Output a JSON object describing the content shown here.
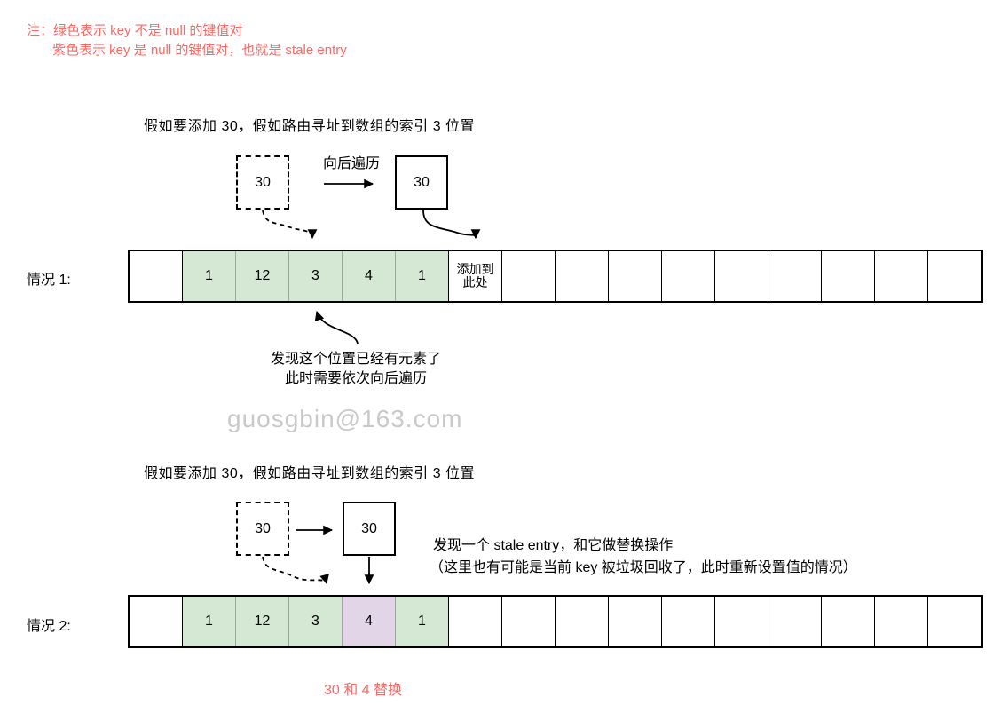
{
  "note": {
    "line1": "注：绿色表示 key 不是 null 的键值对",
    "line2": "紫色表示 key 是 null 的键值对，也就是 stale entry"
  },
  "watermark": "guosgbin@163.com",
  "colors": {
    "note_red": "#fd6864",
    "green_cell": "#d5e8d4",
    "purple_cell": "#e1d5e7",
    "watermark_gray": "#c9c9c9",
    "green_separator": "#98ab96"
  },
  "scenario1": {
    "label": "情况 1:",
    "header": "假如要添加 30，假如路由寻址到数组的索引 3 位置",
    "dashed_box_value": "30",
    "traverse_label": "向后遍历",
    "solid_box_value": "30",
    "annotation_line1": "发现这个位置已经有元素了",
    "annotation_line2": "此时需要依次向后遍历",
    "cells": [
      {
        "label": "",
        "type": "white"
      },
      {
        "label": "1",
        "type": "green"
      },
      {
        "label": "12",
        "type": "green"
      },
      {
        "label": "3",
        "type": "green"
      },
      {
        "label": "4",
        "type": "green"
      },
      {
        "label": "1",
        "type": "green"
      },
      {
        "label": "添加到\n此处",
        "type": "white"
      },
      {
        "label": "",
        "type": "white"
      },
      {
        "label": "",
        "type": "white"
      },
      {
        "label": "",
        "type": "white"
      },
      {
        "label": "",
        "type": "white"
      },
      {
        "label": "",
        "type": "white"
      },
      {
        "label": "",
        "type": "white"
      },
      {
        "label": "",
        "type": "white"
      },
      {
        "label": "",
        "type": "white"
      },
      {
        "label": "",
        "type": "white"
      }
    ]
  },
  "scenario2": {
    "label": "情况 2:",
    "header": "假如要添加 30，假如路由寻址到数组的索引 3 位置",
    "dashed_box_value": "30",
    "solid_box_value": "30",
    "side_note_line1": "发现一个 stale entry，和它做替换操作",
    "side_note_line2": "（这里也有可能是当前 key 被垃圾回收了，此时重新设置值的情况）",
    "bottom_note": "30 和 4 替换",
    "cells": [
      {
        "label": "",
        "type": "white"
      },
      {
        "label": "1",
        "type": "green"
      },
      {
        "label": "12",
        "type": "green"
      },
      {
        "label": "3",
        "type": "green"
      },
      {
        "label": "4",
        "type": "purple"
      },
      {
        "label": "1",
        "type": "green"
      },
      {
        "label": "",
        "type": "white"
      },
      {
        "label": "",
        "type": "white"
      },
      {
        "label": "",
        "type": "white"
      },
      {
        "label": "",
        "type": "white"
      },
      {
        "label": "",
        "type": "white"
      },
      {
        "label": "",
        "type": "white"
      },
      {
        "label": "",
        "type": "white"
      },
      {
        "label": "",
        "type": "white"
      },
      {
        "label": "",
        "type": "white"
      },
      {
        "label": "",
        "type": "white"
      }
    ]
  }
}
